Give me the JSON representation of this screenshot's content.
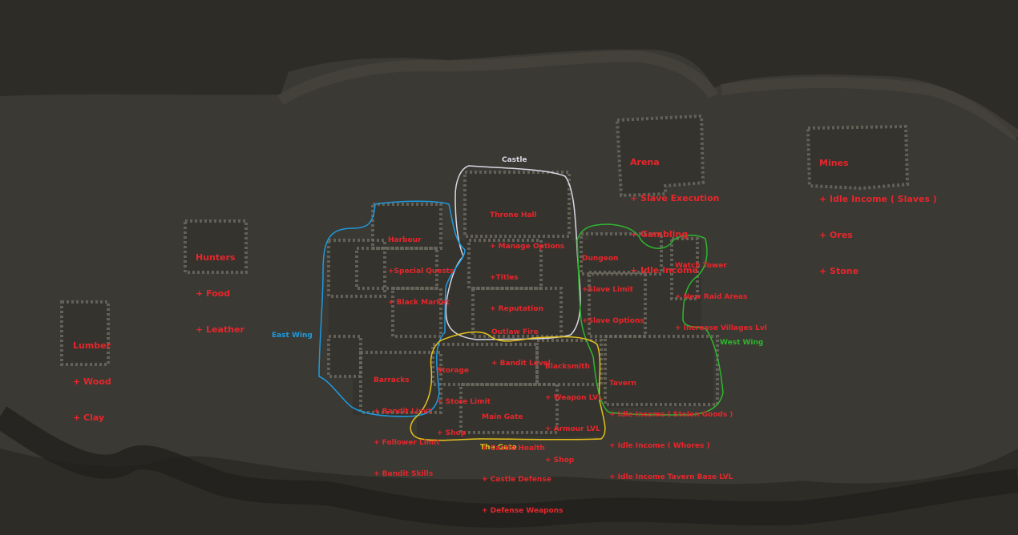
{
  "colors": {
    "background": "#2d2c27",
    "label_red": "#e8262c",
    "castle": "#d9d9e6",
    "east_wing": "#1e9be0",
    "west_wing": "#2fb62f",
    "gate": "#e6c21a"
  },
  "regions": {
    "castle": "Castle",
    "east_wing": "East Wing",
    "west_wing": "West Wing",
    "gate": "The Gate"
  },
  "buildings": {
    "hunters": {
      "name": "Hunters",
      "items": [
        "+ Food",
        "+ Leather"
      ]
    },
    "lumber": {
      "name": "Lumber",
      "items": [
        "+ Wood",
        "+ Clay"
      ]
    },
    "arena": {
      "name": "Arena",
      "items": [
        "+ Slave Execution",
        "+ Gambling",
        "+ Idle Income"
      ]
    },
    "mines": {
      "name": "Mines",
      "items": [
        "+ Idle Income ( Slaves )",
        "+ Ores",
        "+ Stone"
      ]
    },
    "throne_hall": {
      "name": "Throne Hall",
      "items": [
        "+ Manage Options",
        "+Titles",
        "+ Reputation"
      ]
    },
    "harbour": {
      "name": "Harbour",
      "items": [
        "+Special Quests",
        "+ Black Market"
      ]
    },
    "dungeon": {
      "name": "Dungeon",
      "items": [
        "+Slave Limit",
        "+Slave Options"
      ]
    },
    "watch_tower": {
      "name": "Watch Tower",
      "items": [
        "+ New Raid Areas",
        "+ Increase Villages Lvl"
      ]
    },
    "outlaw_fire": {
      "name": "Outlaw Fire",
      "items": [
        "+ Bandit Level"
      ]
    },
    "barracks": {
      "name": "Barracks",
      "items": [
        "+ Bandit Limit",
        "+ Follower Limit",
        "+ Bandit Skills"
      ]
    },
    "storage": {
      "name": "Storage",
      "items": [
        "+ Store Limit",
        "+ Shop"
      ]
    },
    "blacksmith": {
      "name": "Blacksmith",
      "items": [
        "+ Weapon LVL",
        "+ Armour LVL",
        "+ Shop"
      ]
    },
    "tavern": {
      "name": "Tavern",
      "items": [
        "+ Idle Income ( Stolen Goods )",
        "+ Idle Income ( Whores )",
        "+ Idle Income Tavern Base LVL"
      ]
    },
    "main_gate": {
      "name": "Main Gate",
      "items": [
        "+ Castle Health",
        "+ Castle Defense",
        "+ Defense Weapons"
      ]
    }
  }
}
